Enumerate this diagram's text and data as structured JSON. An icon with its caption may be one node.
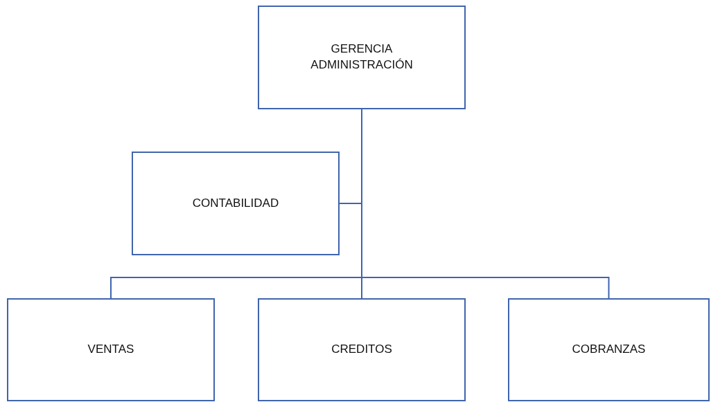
{
  "diagram": {
    "nodes": [
      {
        "text": [
          "GERENCIA ADMINISTRACIÓN"
        ]
      },
      {
        "text": [
          "CONTABILIDAD"
        ]
      },
      {
        "text": [
          "VENTAS"
        ]
      },
      {
        "text": [
          "CREDITOS"
        ]
      },
      {
        "text": [
          "COBRANZAS"
        ]
      }
    ],
    "edges": [
      {
        "from": 0,
        "to": 1,
        "arrow": "none"
      },
      {
        "from": 0,
        "to": 2,
        "arrow": "none"
      },
      {
        "from": 0,
        "to": 3,
        "arrow": "none"
      },
      {
        "from": 0,
        "to": 4,
        "arrow": "none"
      }
    ]
  }
}
